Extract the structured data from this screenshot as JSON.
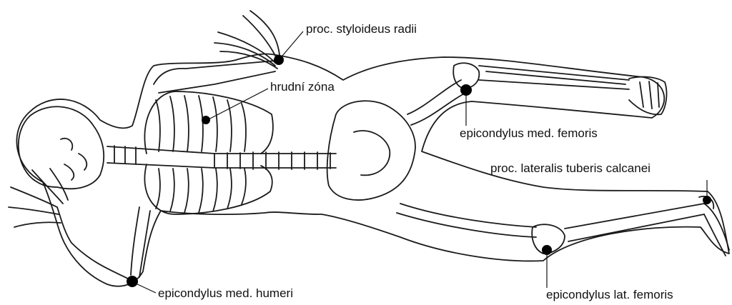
{
  "labels": {
    "proc_styloideus_radii": "proc. styloideus radii",
    "hrudni_zona": "hrudní zóna",
    "epicondylus_med_femoris": "epicondylus med. femoris",
    "proc_lateralis_tuberis_calcanei": "proc. lateralis tuberis calcanei",
    "epicondylus_med_humeri": "epicondylus med. humeri",
    "epicondylus_lat_femoris": "epicondylus lat. femoris"
  },
  "colors": {
    "ink": "#111111",
    "marker": "#000000",
    "background": "#ffffff"
  }
}
